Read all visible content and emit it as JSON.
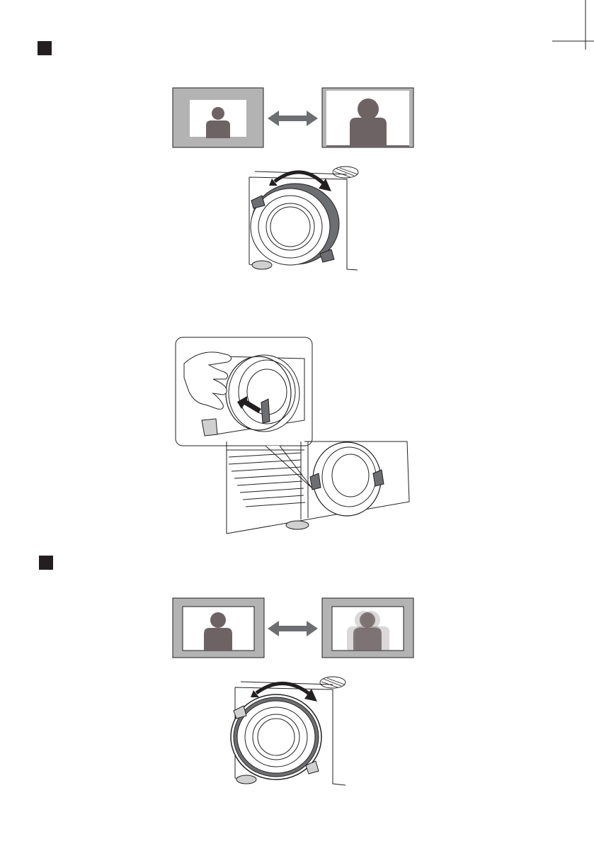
{
  "colors": {
    "ink": "#231f20",
    "screen_gray": "#b3b3b3",
    "person_gray": "#6d6264",
    "arrow_gray": "#6d6e71",
    "white": "#ffffff"
  },
  "sections": [
    {
      "id": "zoom",
      "marker": "square"
    },
    {
      "id": "focus",
      "marker": "square"
    }
  ],
  "icons": [
    "double-arrow-icon",
    "rotate-arrow-icon",
    "person-silhouette-icon"
  ]
}
